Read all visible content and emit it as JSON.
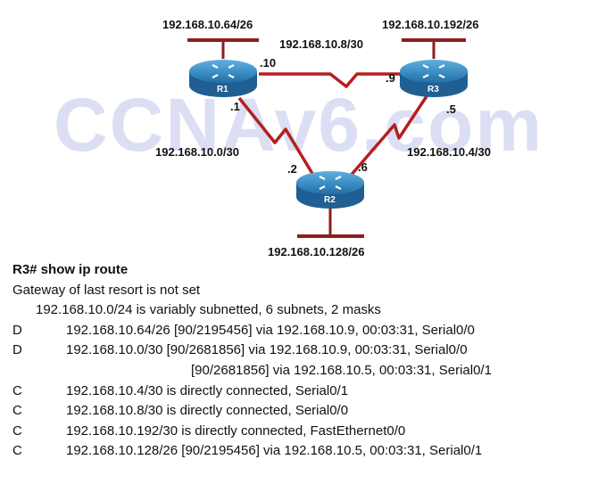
{
  "watermark": "CCNAv6.com",
  "topology": {
    "routers": {
      "r1": "R1",
      "r2": "R2",
      "r3": "R3"
    },
    "networks": {
      "r1_lan": "192.168.10.64/26",
      "r3_lan": "192.168.10.192/26",
      "r2_lan": "192.168.10.128/26",
      "r1_r3": "192.168.10.8/30",
      "r1_r2": "192.168.10.0/30",
      "r2_r3": "192.168.10.4/30"
    },
    "interfaces": {
      "r1_to_r3": ".10",
      "r3_to_r1": ".9",
      "r1_to_r2": ".1",
      "r2_to_r1": ".2",
      "r3_to_r2": ".5",
      "r2_to_r3": ".6"
    }
  },
  "output": {
    "command": "R3# show ip route",
    "gateway": "Gateway of last resort is not set",
    "summary": "192.168.10.0/24 is variably subnetted, 6 subnets, 2 masks",
    "routes": [
      {
        "code": "D",
        "text": "192.168.10.64/26  [90/2195456] via 192.168.10.9, 00:03:31, Serial0/0"
      },
      {
        "code": "D",
        "text": "192.168.10.0/30  [90/2681856] via 192.168.10.9, 00:03:31, Serial0/0"
      },
      {
        "code": "",
        "text": "[90/2681856] via 192.168.10.5, 00:03:31, Serial0/1"
      },
      {
        "code": "C",
        "text": "192.168.10.4/30 is directly connected, Serial0/1"
      },
      {
        "code": "C",
        "text": "192.168.10.8/30 is directly connected, Serial0/0"
      },
      {
        "code": "C",
        "text": "192.168.10.192/30 is directly connected, FastEthernet0/0"
      },
      {
        "code": "C",
        "text": "192.168.10.128/26 [90/2195456] via 192.168.10.5, 00:03:31, Serial0/1"
      }
    ]
  }
}
